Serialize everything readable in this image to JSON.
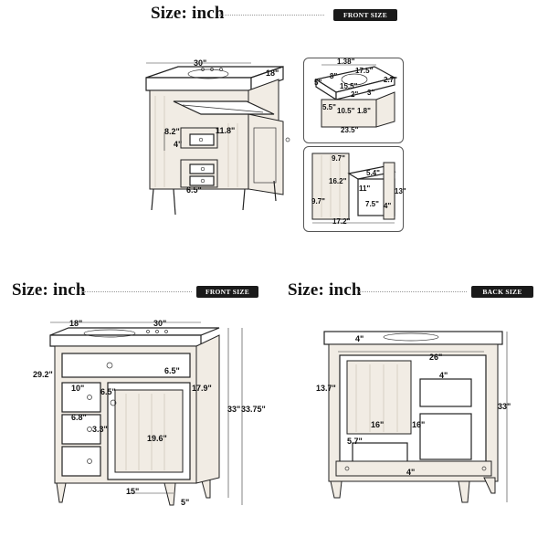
{
  "top": {
    "heading": "Size: inch",
    "badge": "FRONT SIZE",
    "main_dims": {
      "width": "30\"",
      "depth": "18\"",
      "d1": "8.2\"",
      "d2": "11.8\"",
      "d3": "4\"",
      "d4": "6.5\""
    },
    "sink_dims": {
      "a": "1.38\"",
      "b": "17.5\"",
      "c": "5\"",
      "d": "8\"",
      "e": "15.5\"",
      "f": "2.7\"",
      "g": "2\"",
      "h": "3\"",
      "i": "5.5\"",
      "j": "10.5\"",
      "k": "1.8\"",
      "l": "23.5\""
    },
    "drawer_dims": {
      "a": "9.7\"",
      "b": "5.4\"",
      "c": "16.2\"",
      "d": "11\"",
      "e": "13\"",
      "f": "9.7\"",
      "g": "7.5\"",
      "h": "4\"",
      "i": "17.2\""
    }
  },
  "front": {
    "heading": "Size: inch",
    "badge": "FRONT SIZE",
    "dims": {
      "depth": "18\"",
      "width": "30\"",
      "top_h": "6.5\"",
      "h1": "29.2\"",
      "drawer_w": "10\"",
      "gap": "6.5\"",
      "inner_h": "17.9\"",
      "h_total": "33\"",
      "h_total2": "33.75\"",
      "drawer_w2": "6.8\"",
      "gap2": "3.3\"",
      "door_h": "19.6\"",
      "base_w": "15\"",
      "leg_h": "5\""
    }
  },
  "back": {
    "heading": "Size: inch",
    "badge": "BACK SIZE",
    "dims": {
      "top": "4\"",
      "width": "26\"",
      "right_small": "4\"",
      "h_left": "13.7\"",
      "h_right": "33\"",
      "shelf_w": "16\"",
      "shelf_w2": "16\"",
      "low": "5.7\"",
      "bottom": "4\""
    }
  }
}
